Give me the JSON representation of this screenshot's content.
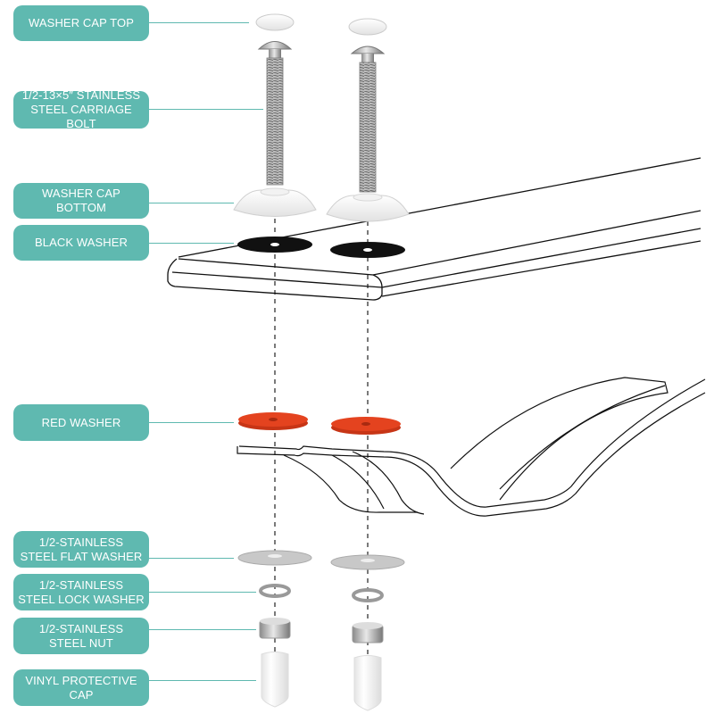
{
  "title": "Toilet seat hinge bolt kit exploded diagram",
  "colors": {
    "label_bg": "#5fb9b0",
    "label_text": "#ffffff",
    "red_washer": "#e0401e",
    "black_washer": "#111111"
  },
  "labels": [
    {
      "id": "washer-cap-top",
      "text": "WASHER CAP TOP"
    },
    {
      "id": "carriage-bolt",
      "text": "1/2-13×5″ STAINLESS\nSTEEL CARRIAGE BOLT"
    },
    {
      "id": "washer-cap-bottom",
      "text": "WASHER CAP\nBOTTOM"
    },
    {
      "id": "black-washer",
      "text": "BLACK WASHER"
    },
    {
      "id": "red-washer",
      "text": "RED WASHER"
    },
    {
      "id": "flat-washer",
      "text": "1/2-STAINLESS\nSTEEL FLAT WASHER"
    },
    {
      "id": "lock-washer",
      "text": "1/2-STAINLESS\nSTEEL LOCK WASHER"
    },
    {
      "id": "nut",
      "text": "1/2-STAINLESS\nSTEEL NUT"
    },
    {
      "id": "vinyl-cap",
      "text": "VINYL PROTECTIVE\nCAP"
    }
  ]
}
